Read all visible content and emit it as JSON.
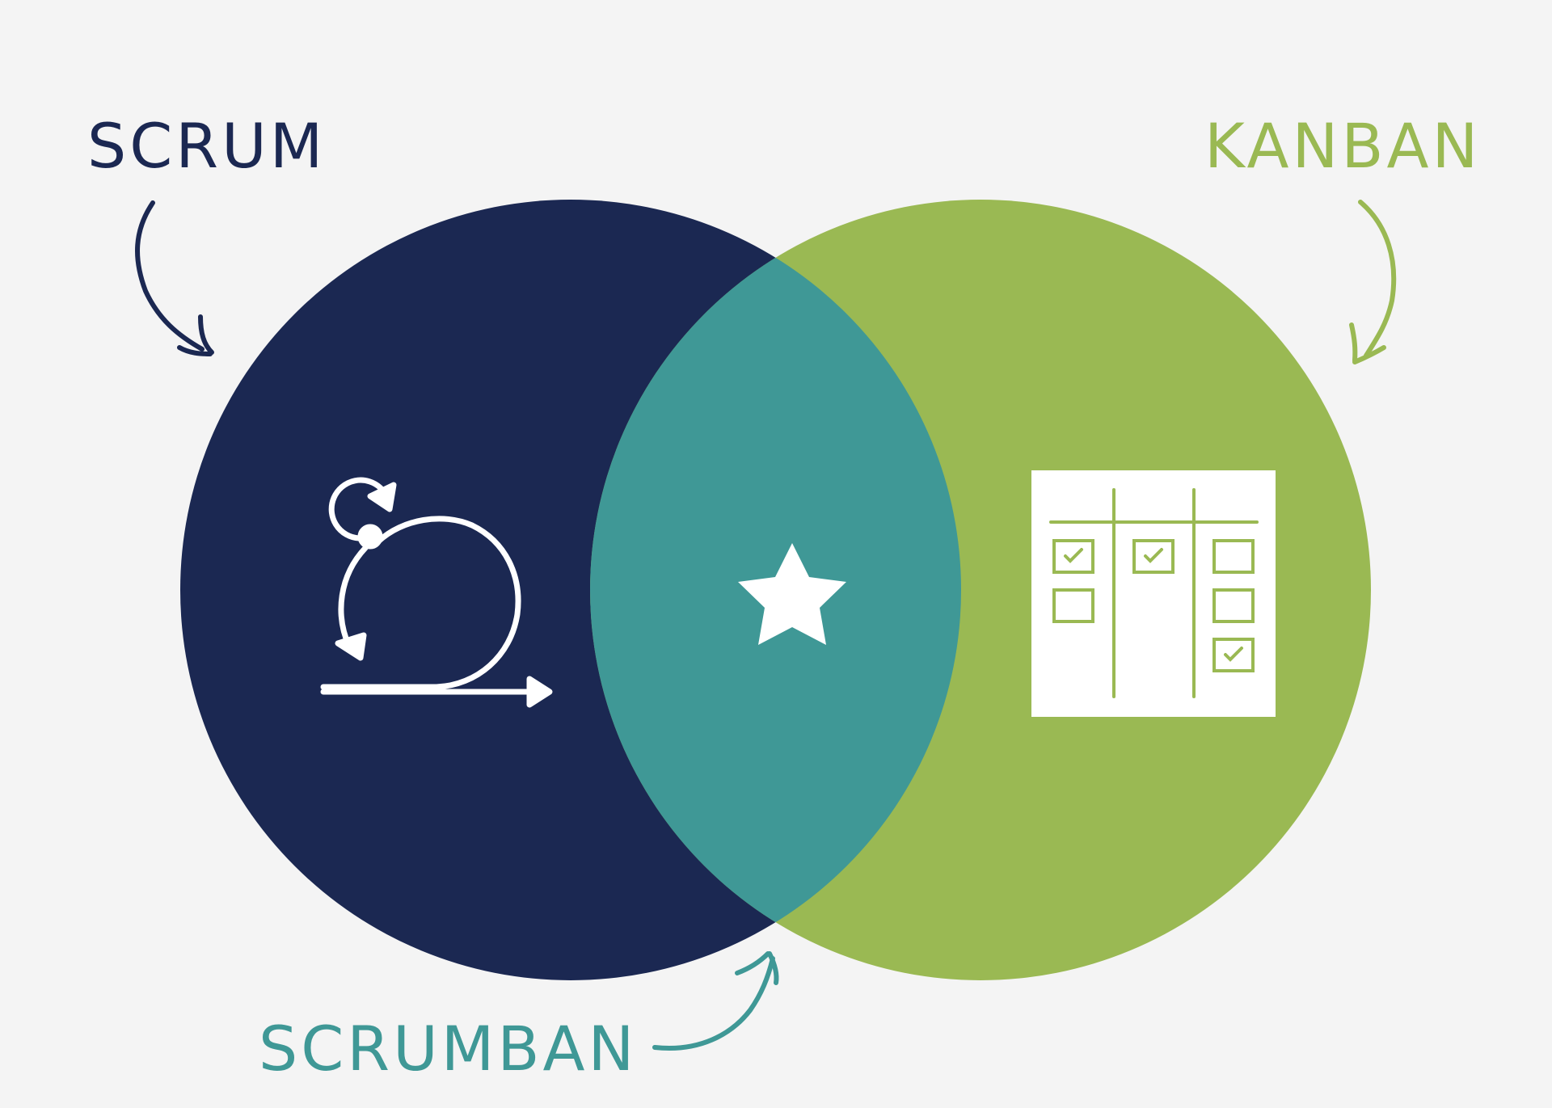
{
  "labels": {
    "scrum": "SCRUM",
    "kanban": "KANBAN",
    "scrumban": "SCRUMBAN"
  },
  "colors": {
    "background": "#f4f4f4",
    "scrum": "#1b2852",
    "kanban": "#9ab953",
    "scrumban": "#3f9896",
    "icon": "#ffffff"
  },
  "icons": {
    "scrum": "scrum-sprint-cycle-icon",
    "overlap": "star-icon",
    "kanban": "kanban-board-icon"
  }
}
